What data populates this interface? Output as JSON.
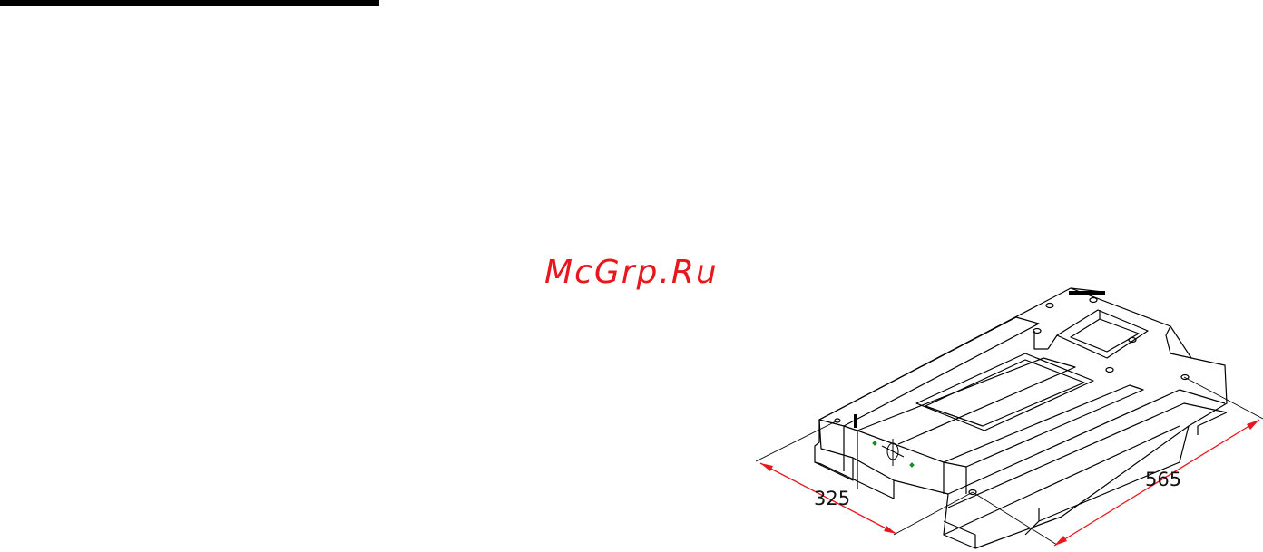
{
  "header": {
    "rule_color": "#000000"
  },
  "watermark": {
    "text": "McGrp.Ru",
    "color": "#e8161d"
  },
  "drawing": {
    "subject": "machine bed base isometric view",
    "line_color": "#000000",
    "dimension_line_color": "#e8161d",
    "accent_color": "#1a8a2a",
    "dimensions": {
      "width": "325",
      "length": "565"
    }
  }
}
